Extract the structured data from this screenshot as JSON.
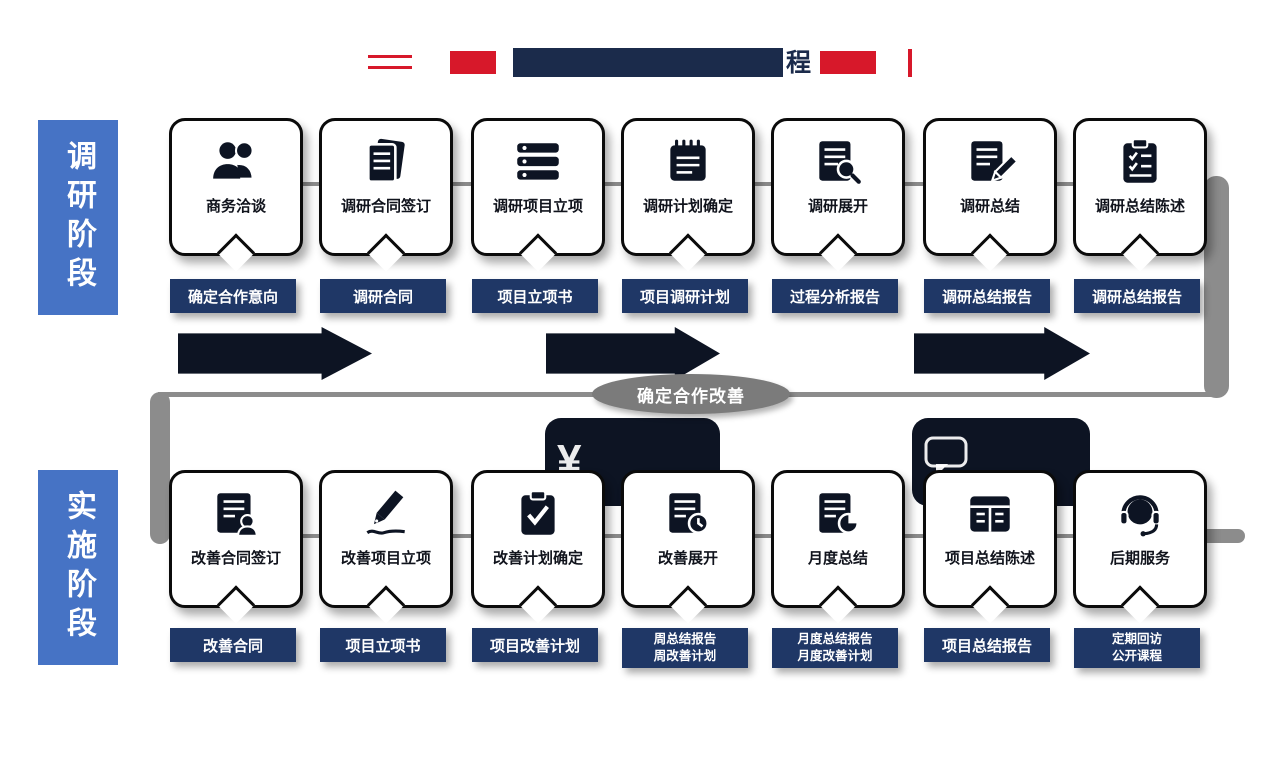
{
  "header": {
    "visible_title_fragment": "程"
  },
  "colors": {
    "phase_blue": "#4673C5",
    "badge_navy": "#1F3766",
    "accent_red": "#D7182A",
    "title_navy": "#1B2B4B",
    "connector_gray": "#8C8C8C",
    "shape_dark": "#0D1423",
    "pill_gray": "#7B7B7B"
  },
  "pill_label": "确定合作改善",
  "rows": [
    {
      "phase": "调研阶段",
      "cards": [
        {
          "label": "商务洽谈",
          "icon": "people-icon",
          "badge_lines": [
            "确定合作意向"
          ]
        },
        {
          "label": "调研合同签订",
          "icon": "documents-icon",
          "badge_lines": [
            "调研合同"
          ]
        },
        {
          "label": "调研项目立项",
          "icon": "list-icon",
          "badge_lines": [
            "项目立项书"
          ]
        },
        {
          "label": "调研计划确定",
          "icon": "notepad-icon",
          "badge_lines": [
            "项目调研计划"
          ]
        },
        {
          "label": "调研展开",
          "icon": "doc-search-icon",
          "badge_lines": [
            "过程分析报告"
          ]
        },
        {
          "label": "调研总结",
          "icon": "doc-edit-icon",
          "badge_lines": [
            "调研总结报告"
          ]
        },
        {
          "label": "调研总结陈述",
          "icon": "clipboard-list-icon",
          "badge_lines": [
            "调研总结报告"
          ]
        }
      ]
    },
    {
      "phase": "实施阶段",
      "cards": [
        {
          "label": "改善合同签订",
          "icon": "doc-sign-icon",
          "badge_lines": [
            "改善合同"
          ]
        },
        {
          "label": "改善项目立项",
          "icon": "pen-icon",
          "badge_lines": [
            "项目立项书"
          ]
        },
        {
          "label": "改善计划确定",
          "icon": "clipboard-check-icon",
          "badge_lines": [
            "项目改善计划"
          ]
        },
        {
          "label": "改善展开",
          "icon": "doc-clock-icon",
          "badge_lines": [
            "周总结报告",
            "周改善计划"
          ]
        },
        {
          "label": "月度总结",
          "icon": "doc-pie-icon",
          "badge_lines": [
            "月度总结报告",
            "月度改善计划"
          ]
        },
        {
          "label": "项目总结陈述",
          "icon": "report-grid-icon",
          "badge_lines": [
            "项目总结报告"
          ]
        },
        {
          "label": "后期服务",
          "icon": "headset-icon",
          "badge_lines": [
            "定期回访",
            "公开课程"
          ]
        }
      ]
    }
  ]
}
